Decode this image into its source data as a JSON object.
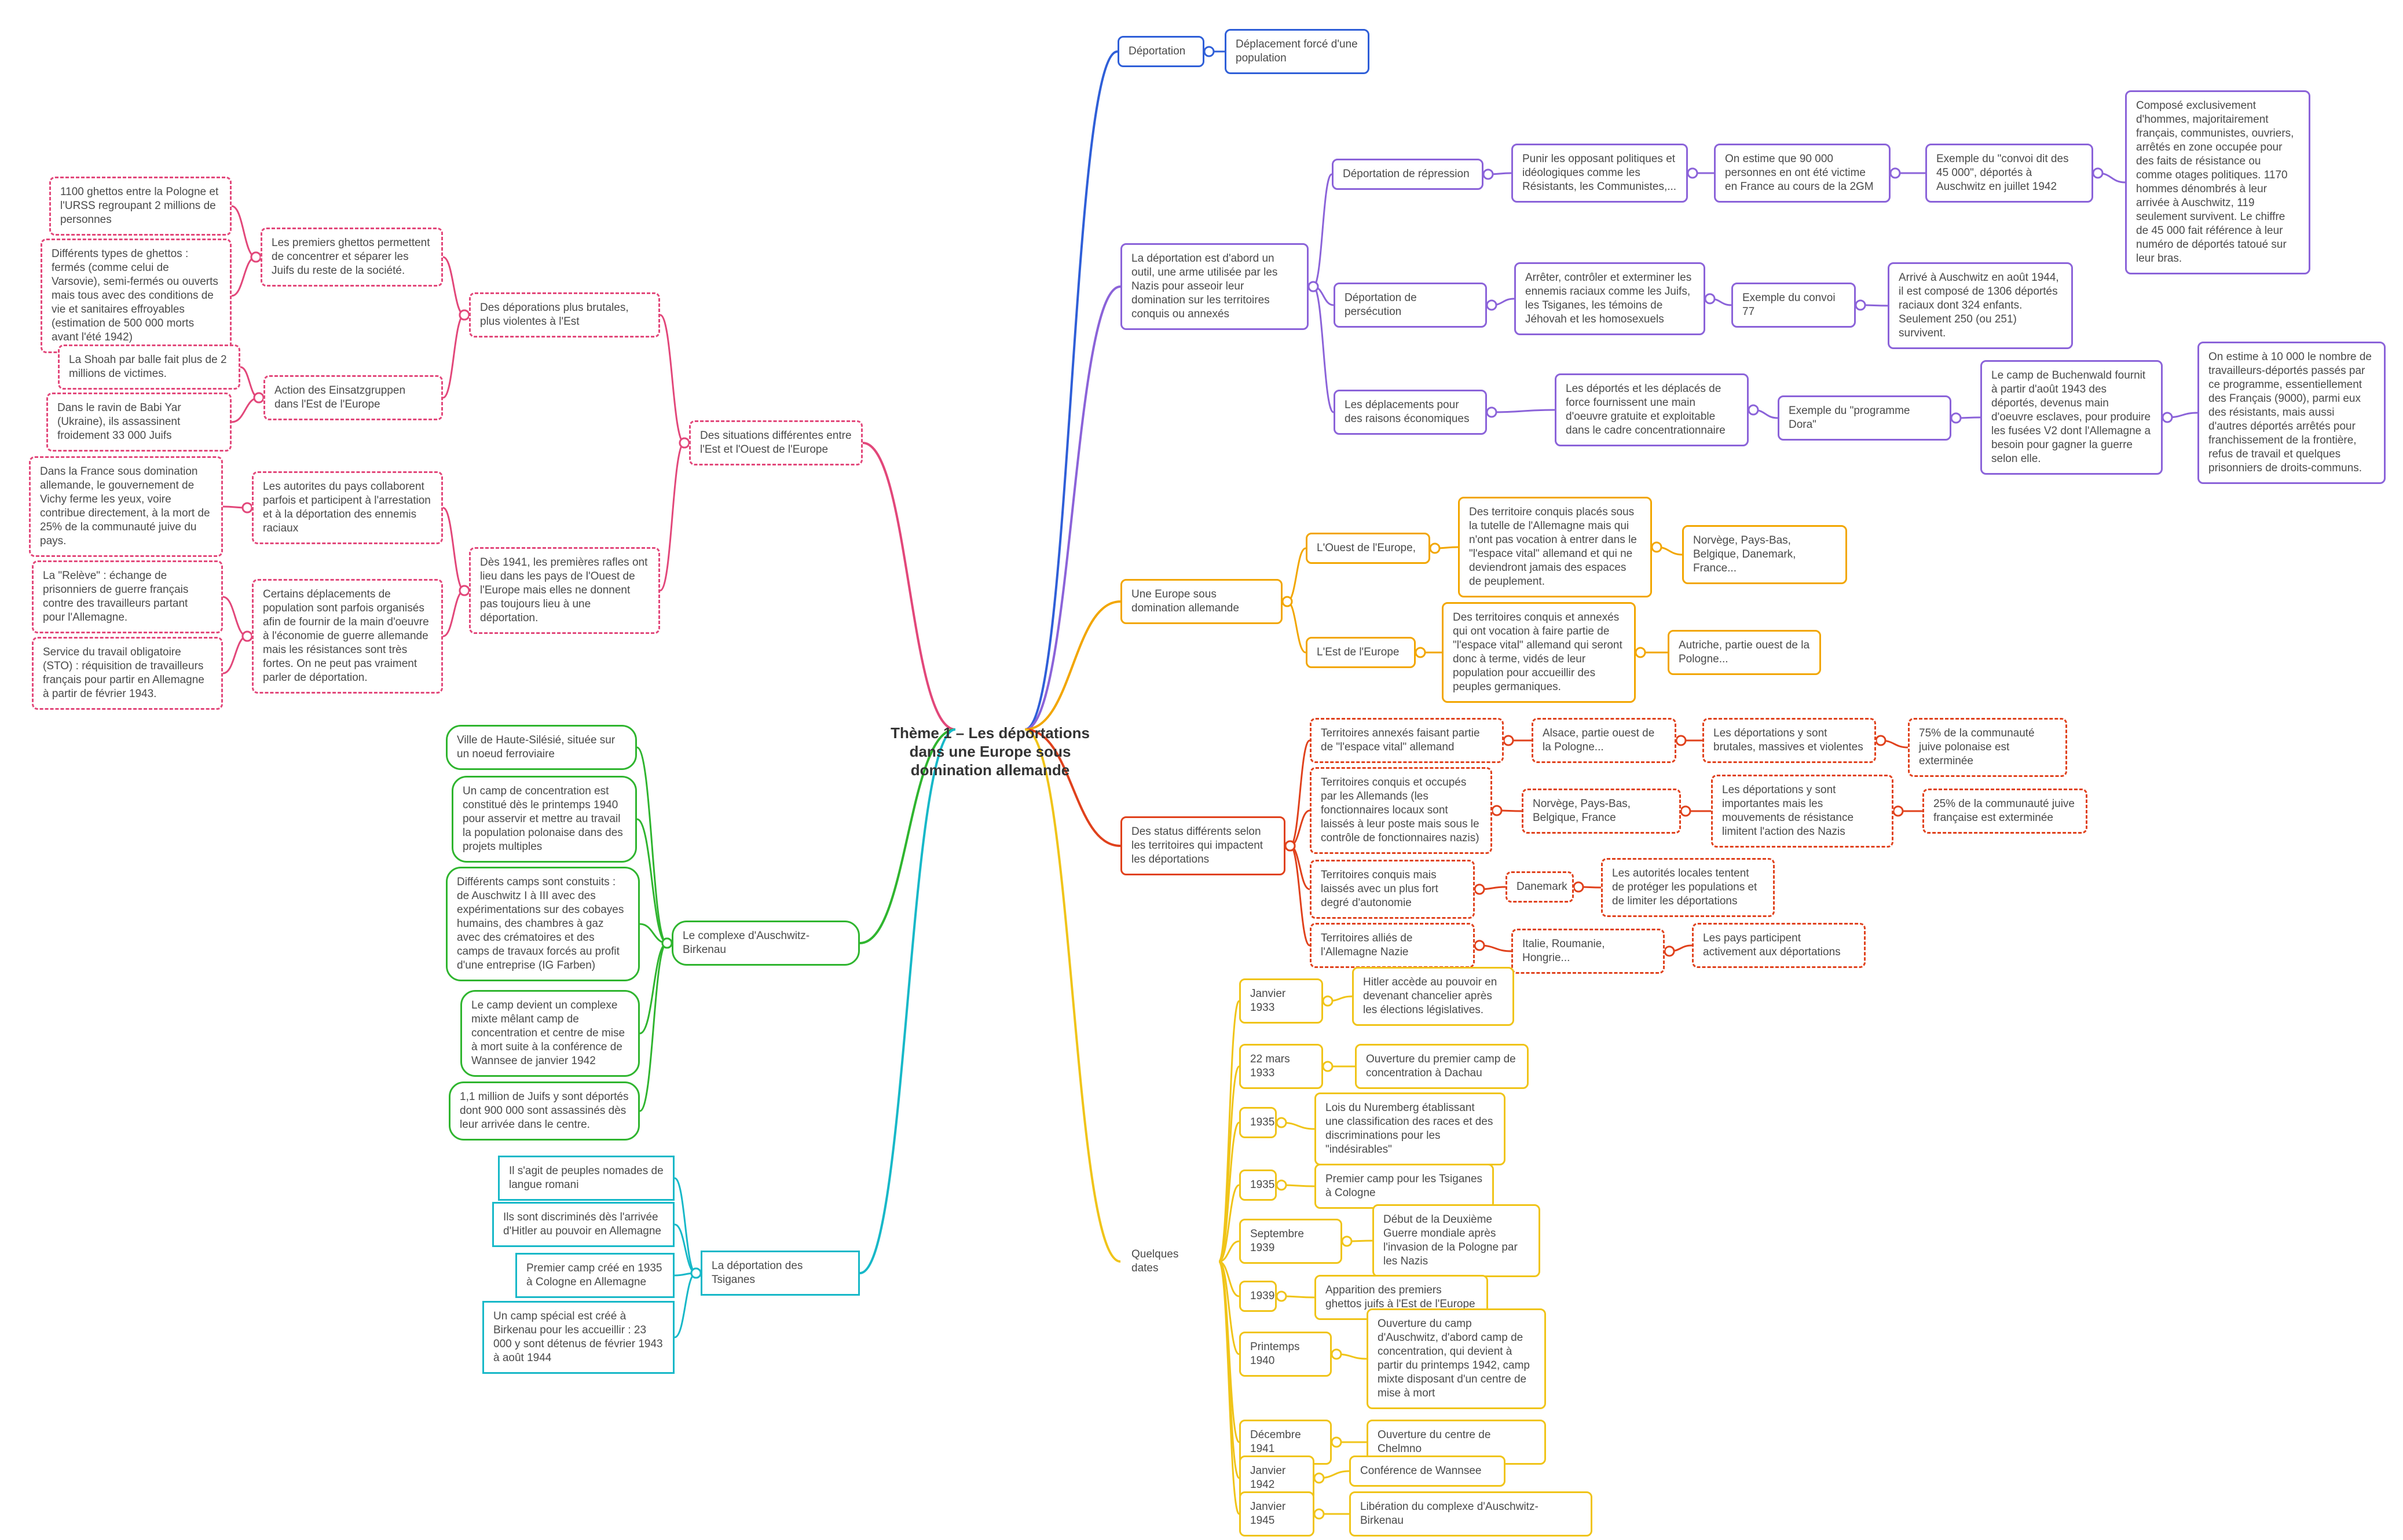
{
  "center": {
    "title": "Thème 1 – Les déportations dans  une Europe sous domination allemande"
  },
  "branches": {
    "deportation": {
      "label": "Déportation",
      "child": "Déplacement forcé d'une population"
    },
    "outil": {
      "label": "La déportation est d'abord un outil, une arme utilisée par les Nazis pour asseoir leur domination sur les territoires conquis ou annexés",
      "repression": {
        "label": "Déportation de répression",
        "c1": "Punir les opposant politiques et idéologiques comme les Résistants, les Communistes,...",
        "c2": "On estime que 90 000 personnes en ont été victime en France au cours de la 2GM",
        "c3": "Exemple du \"convoi dit des 45 000\", déportés à Auschwitz en juillet 1942",
        "c4": "Composé exclusivement d'hommes, majoritairement français, communistes, ouvriers, arrêtés en zone occupée pour des faits de résistance ou comme otages politiques. 1170 hommes dénombrés à leur arrivée à Auschwitz, 119 seulement survivent. Le chiffre de 45 000 fait référence à leur numéro de déportés tatoué sur leur bras."
      },
      "persecution": {
        "label": "Déportation de persécution",
        "c1": "Arrêter, contrôler et exterminer les ennemis raciaux comme les Juifs, les Tsiganes, les témoins de Jéhovah et les homosexuels",
        "c2": "Exemple du convoi 77",
        "c3": "Arrivé à Auschwitz en août 1944, il est composé de 1306 déportés raciaux dont 324 enfants. Seulement 250 (ou 251) survivent."
      },
      "economiques": {
        "label": "Les déplacements pour des raisons économiques",
        "c1": "Les déportés et les déplacés de force fournissent une main d'oeuvre gratuite et exploitable dans le cadre concentrationnaire",
        "c2": "Exemple du \"programme Dora\"",
        "c3": "Le camp de Buchenwald fournit à partir d'août 1943 des déportés, devenus main d'oeuvre esclaves, pour produire les fusées V2 dont l'Allemagne a besoin pour gagner la guerre selon elle.",
        "c4": "On estime à 10 000 le nombre de travailleurs-déportés passés par ce programme, essentiellement des Français (9000), parmi eux  des résistants, mais aussi d'autres déportés arrêtés pour franchissement de la frontière, refus de travail et quelques prisonniers de droits-communs."
      }
    },
    "europe": {
      "label": "Une Europe sous domination allemande",
      "ouest": {
        "label": "L'Ouest de l'Europe,",
        "c1": "Des territoire conquis placés sous la tutelle de l'Allemagne mais qui n'ont pas vocation à entrer dans le \"l'espace vital\" allemand et qui ne deviendront jamais des espaces de peuplement.",
        "c2": "Norvège, Pays-Bas, Belgique, Danemark, France..."
      },
      "est": {
        "label": "L'Est de l'Europe",
        "c1": "Des territoires conquis et annexés qui ont vocation à faire partie de \"l'espace vital\" allemand qui seront donc à terme, vidés de leur population pour accueillir des peuples germaniques.",
        "c2": "Autriche, partie ouest de la Pologne..."
      }
    },
    "status": {
      "label": "Des status différents selon les territoires qui impactent les déportations",
      "r1": {
        "a": "Territoires annexés faisant partie de \"l'espace vital\" allemand",
        "b": "Alsace, partie ouest de la Pologne...",
        "c": "Les déportations y sont brutales, massives et violentes",
        "d": "75% de la communauté juive polonaise est exterminée"
      },
      "r2": {
        "a": "Territoires conquis et occupés par les Allemands (les fonctionnaires locaux sont laissés à leur poste mais sous le contrôle de fonctionnaires nazis)",
        "b": "Norvège, Pays-Bas, Belgique, France",
        "c": "Les déportations y sont importantes mais les mouvements de résistance limitent l'action des Nazis",
        "d": "25% de la communauté juive française est exterminée"
      },
      "r3": {
        "a": "Territoires conquis mais laissés avec un plus fort degré d'autonomie",
        "b": "Danemark",
        "c": "Les autorités locales tentent de protéger les populations et de limiter les déportations"
      },
      "r4": {
        "a": "Territoires alliés de l'Allemagne Nazie",
        "b": "Italie, Roumanie, Hongrie...",
        "c": "Les pays participent activement aux déportations"
      }
    },
    "dates": {
      "label": "Quelques dates",
      "items": [
        {
          "date": "Janvier 1933",
          "text": "Hitler accède au pouvoir en devenant chancelier après les élections législatives."
        },
        {
          "date": "22 mars 1933",
          "text": "Ouverture du premier camp de concentration à Dachau"
        },
        {
          "date": "1935",
          "text": "Lois du Nuremberg établissant une classification des races et des discriminations pour les \"indésirables\""
        },
        {
          "date": "1935",
          "text": "Premier camp pour les Tsiganes à Cologne"
        },
        {
          "date": "Septembre 1939",
          "text": "Début de la Deuxième Guerre mondiale après l'invasion de la Pologne par les Nazis"
        },
        {
          "date": "1939",
          "text": "Apparition des premiers ghettos juifs à l'Est de l'Europe"
        },
        {
          "date": "Printemps 1940",
          "text": "Ouverture du camp d'Auschwitz, d'abord camp de concentration, qui devient à partir du printemps 1942, camp mixte disposant d'un centre de mise à mort"
        },
        {
          "date": "Décembre 1941",
          "text": "Ouverture du centre de Chelmno"
        },
        {
          "date": "Janvier 1942",
          "text": "Conférence de Wannsee"
        },
        {
          "date": "Janvier 1945",
          "text": "Libération du complexe d'Auschwitz-Birkenau"
        }
      ]
    },
    "situations": {
      "label": "Des situations différentes entre l'Est et l'Ouest de l'Europe",
      "brutales": {
        "label": "Des déporations plus brutales, plus violentes à l'Est",
        "ghettos": "Les premiers ghettos permettent de concentrer et séparer les Juifs du reste de la société.",
        "ghettos_c1": "1100 ghettos entre la Pologne et l'URSS regroupant 2 millions de personnes",
        "ghettos_c2": "Différents types de ghettos : fermés (comme celui de Varsovie), semi-fermés ou ouverts mais tous avec des conditions de vie et sanitaires effroyables (estimation de 500 000 morts avant l'été 1942)",
        "einsatz": "Action des Einsatzgruppen dans l'Est de l'Europe",
        "einsatz_c1": "La Shoah par balle fait plus de 2 millions de victimes.",
        "einsatz_c2": "Dans le ravin de Babi Yar (Ukraine), ils assassinent froidement 33 000 Juifs"
      },
      "rafles": {
        "label": "Dès 1941, les premières rafles ont lieu dans les pays de l'Ouest de l'Europe mais elles ne donnent pas toujours lieu à une déportation.",
        "autorites": "Les autorites du pays collaborent parfois et participent à l'arrestation et à la déportation des ennemis raciaux",
        "autorites_c1": "Dans la France sous domination allemande, le gouvernement de Vichy ferme les yeux, voire contribue directement, à la mort de 25% de la communauté juive du pays.",
        "eco": "Certains déplacements de population sont parfois organisés afin de fournir de la main d'oeuvre à l'économie de guerre allemande mais les résistances sont très fortes. On ne peut pas vraiment parler de déportation.",
        "eco_c1": "La \"Relève\" : échange de prisonniers de guerre français contre des travailleurs partant pour l'Allemagne.",
        "eco_c2": "Service du travail obligatoire (STO) : réquisition de travailleurs français pour partir en Allemagne à partir de février 1943."
      }
    },
    "auschwitz": {
      "label": "Le complexe d'Auschwitz-Birkenau",
      "c1": "Ville de Haute-Silésié, située sur un noeud ferroviaire",
      "c2": "Un camp de concentration est constitué dès le printemps 1940 pour asservir et mettre au travail la population polonaise dans des projets multiples",
      "c3": "Différents camps sont constuits : de Auschwitz I à III avec des expérimentations sur des cobayes humains, des chambres à gaz avec des crématoires et des camps de travaux forcés au profit d'une entreprise (IG Farben)",
      "c4": "Le camp devient un complexe mixte mêlant camp de concentration et centre de mise à mort suite à la conférence de Wannsee de janvier 1942",
      "c5": "1,1 million de Juifs y sont déportés dont 900 000 sont assassinés dès leur arrivée dans le centre."
    },
    "tsiganes": {
      "label": "La déportation des Tsiganes",
      "c1": "Il s'agit de peuples nomades de langue romani",
      "c2": "Ils sont discriminés dès l'arrivée d'Hitler au pouvoir en Allemagne",
      "c3": "Premier camp créé en 1935 à Cologne en Allemagne",
      "c4": "Un camp spécial est créé à Birkenau pour les accueillir : 23 000 y sont détenus de février 1943 à août 1944"
    }
  },
  "colors": {
    "blue": "#2f5fd8",
    "purple": "#8b63d9",
    "orange": "#f2a600",
    "red": "#e0411c",
    "yellow": "#f0c419",
    "pink": "#e2477a",
    "green": "#2fb52f",
    "teal": "#17b8c8"
  }
}
